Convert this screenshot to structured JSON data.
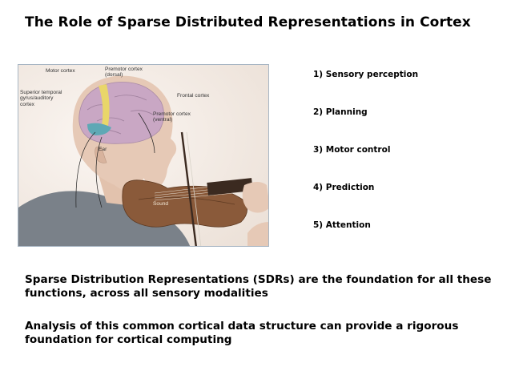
{
  "slide": {
    "title": "The Role of Sparse Distributed Representations in Cortex"
  },
  "figure": {
    "labels": {
      "motor_cortex": "Motor cortex",
      "premotor_dorsal": "Premotor cortex\n(dorsal)",
      "superior_temporal": "Superior temporal\ngyrus/auditory\ncortex",
      "frontal_cortex": "Frontal cortex",
      "premotor_ventral": "Premotor cortex\n(ventral)",
      "ear": "Ear",
      "sound": "Sound"
    },
    "colors": {
      "skin": "#e6c9b6",
      "shirt": "#7a8189",
      "violin": "#8a5a3a",
      "brain": "#c9a7c4",
      "auditory": "#5fa8b5",
      "motor": "#e9d66a"
    }
  },
  "functions": [
    "1)  Sensory perception",
    "2)  Planning",
    "3)  Motor control",
    "4)  Prediction",
    "5)  Attention"
  ],
  "paragraphs": [
    "Sparse Distribution Representations (SDRs) are the foundation for all these functions, across all sensory modalities",
    "Analysis of this common cortical data structure can provide a rigorous foundation for cortical computing"
  ]
}
